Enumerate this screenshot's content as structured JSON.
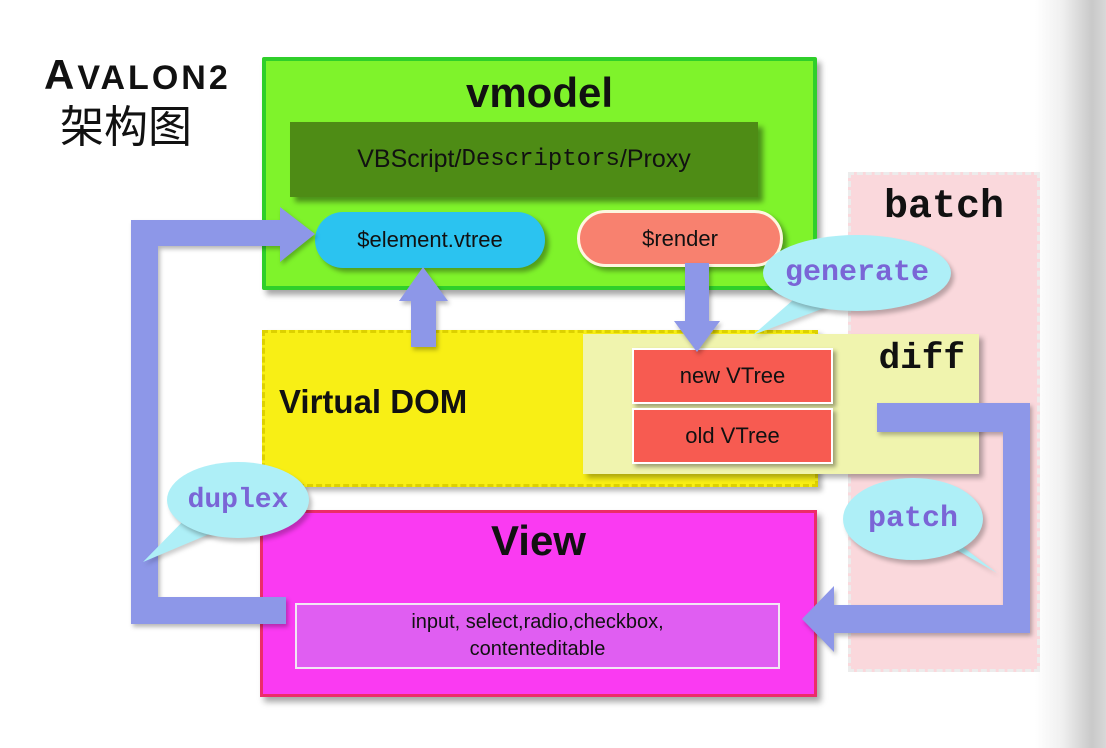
{
  "header": {
    "title": "AVALON2",
    "subtitle": "架构图"
  },
  "vmodel": {
    "title": "vmodel",
    "stack_parts": [
      "VBScript/",
      "Descriptors",
      "/Proxy"
    ],
    "element_vtree_label": "$element.vtree",
    "render_label": "$render"
  },
  "batch": {
    "label": "batch"
  },
  "virtual_dom": {
    "title": "Virtual DOM"
  },
  "diff": {
    "label": "diff",
    "new_vtree_label": "new VTree",
    "old_vtree_label": "old VTree"
  },
  "view": {
    "title": "View",
    "bindings_lines": [
      "input, select,radio,checkbox,",
      "contenteditable"
    ]
  },
  "bubbles": {
    "generate": "generate",
    "duplex": "duplex",
    "patch": "patch"
  },
  "colors": {
    "vmodel_bg": "#7ff32b",
    "vmodel_border": "#2fcf2a",
    "stack_bg": "#4e8c15",
    "element_pill_bg": "#2bc3f0",
    "render_pill_bg": "#f8816f",
    "batch_bg": "#fad8dc",
    "virtual_dom_bg": "#f8ef15",
    "diff_bg": "#f0f4ae",
    "vtree_bg": "#f75b51",
    "view_bg": "#fa3af2",
    "view_border": "#ec2c6a",
    "bindings_bg": "#e05ef2",
    "bubble_bg": "#aeeff7",
    "bubble_text": "#7a65d6",
    "arrow": "#8d97e8"
  }
}
